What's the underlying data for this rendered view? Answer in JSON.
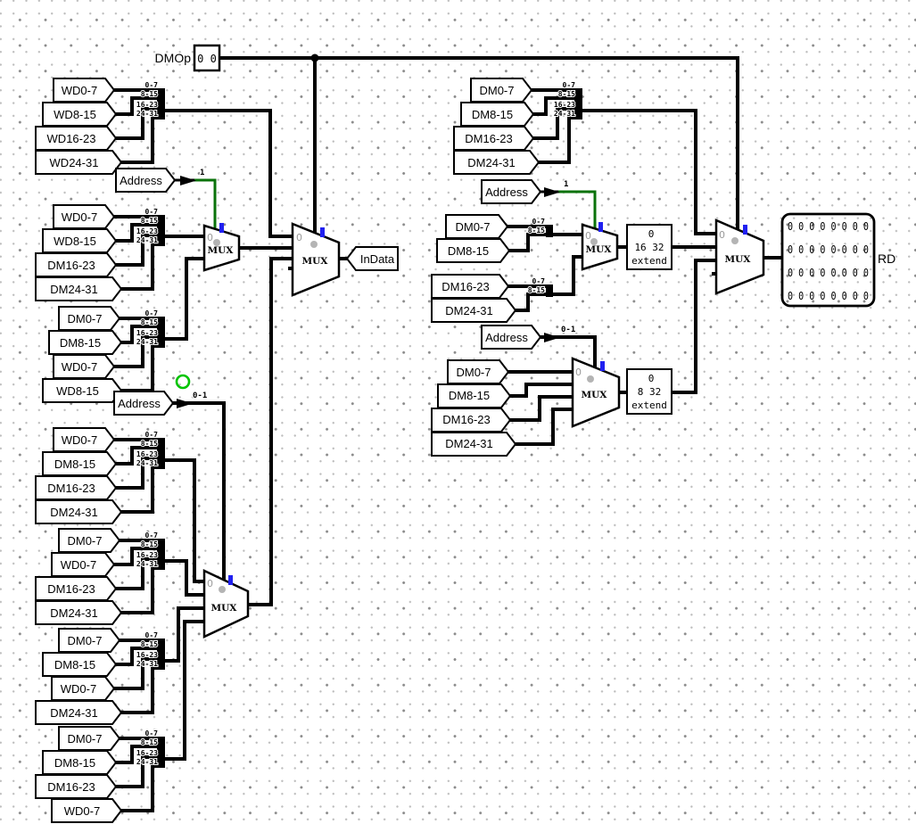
{
  "dmop": {
    "label": "DMOp",
    "value": "0 0"
  },
  "rd": {
    "label": "RD",
    "rows": [
      "0 0 0 0 0 0 0 0",
      "0 0 0 0 0 0 0 0",
      "0 0 0 0 0 0 0 0",
      "0 0 0 0 0 0 0 0"
    ]
  },
  "indata_label": "InData",
  "mux": {
    "label": "MUX",
    "zero": "0"
  },
  "extend16": {
    "value": "0",
    "size": "16 32",
    "name": "extend"
  },
  "extend8": {
    "value": "0",
    "size": "8 32",
    "name": "extend"
  },
  "addresses": {
    "a": {
      "label": "Address",
      "bits": "1"
    },
    "b": {
      "label": "Address",
      "bits": "0-1"
    },
    "d": {
      "label": "Address",
      "bits": "1"
    },
    "e": {
      "label": "Address",
      "bits": "0-1"
    }
  },
  "ranges4": [
    "0-7",
    "8-15",
    "16-23",
    "24-31"
  ],
  "ranges2": [
    "0-7",
    "8-15"
  ],
  "groups": {
    "a": [
      "WD0-7",
      "WD8-15",
      "WD16-23",
      "WD24-31"
    ],
    "b": [
      "WD0-7",
      "WD8-15",
      "DM16-23",
      "DM24-31"
    ],
    "c": [
      "DM0-7",
      "DM8-15",
      "WD0-7",
      "WD8-15"
    ],
    "g4": [
      "WD0-7",
      "DM8-15",
      "DM16-23",
      "DM24-31"
    ],
    "g5": [
      "DM0-7",
      "WD0-7",
      "DM16-23",
      "DM24-31"
    ],
    "g6": [
      "DM0-7",
      "DM8-15",
      "WD0-7",
      "DM24-31"
    ],
    "g7": [
      "DM0-7",
      "DM8-15",
      "DM16-23",
      "WD0-7"
    ],
    "dm_top": [
      "DM0-7",
      "DM8-15",
      "DM16-23",
      "DM24-31"
    ],
    "dm_pair_hi": [
      "DM0-7",
      "DM8-15"
    ],
    "dm_pair_lo": [
      "DM16-23",
      "DM24-31"
    ],
    "dm_byte": [
      "DM0-7",
      "DM8-15",
      "DM16-23",
      "DM24-31"
    ]
  }
}
